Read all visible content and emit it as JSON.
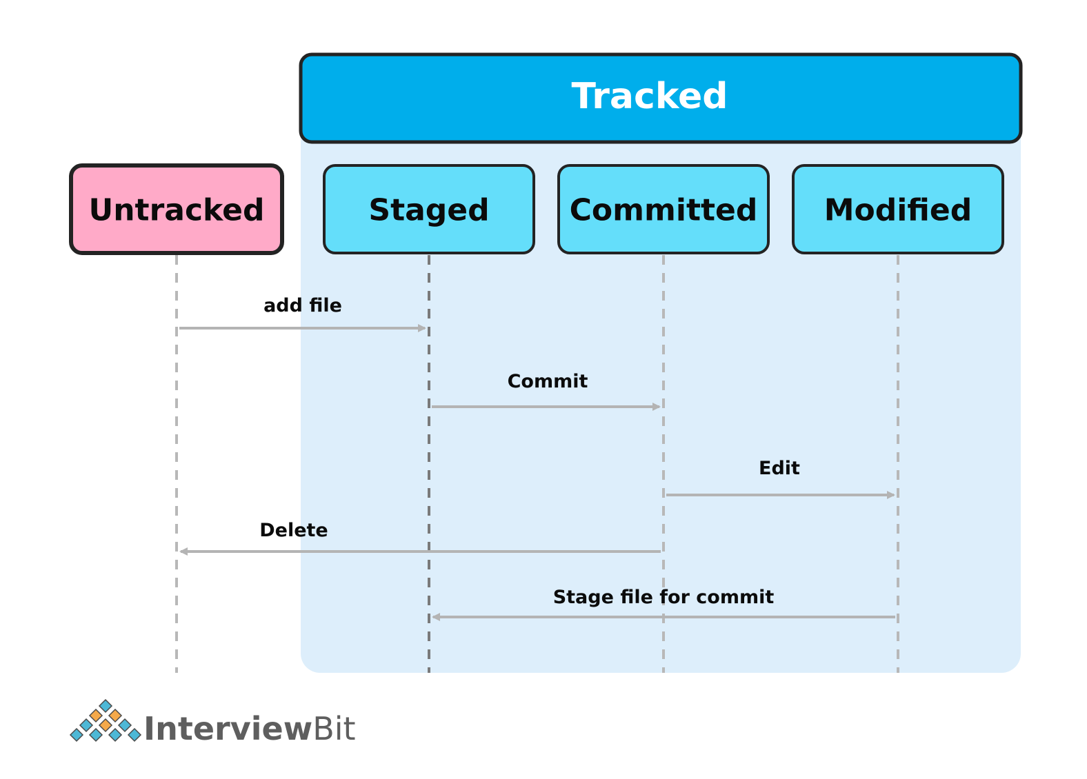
{
  "colors": {
    "tracked_header": "#00AEEB",
    "tracked_region": "#DDEEFB",
    "untracked_box": "#FFAAC8",
    "state_box": "#64DEFA",
    "border": "#232323",
    "lifeline": "#B8B8B8",
    "lifeline_dark": "#7A7A7A",
    "arrow": "#B4B4B4",
    "logo_gray": "#5E5E5E",
    "logo_blue": "#4DB8D6",
    "logo_orange": "#F5A94A"
  },
  "tracked": {
    "title": "Tracked"
  },
  "states": [
    {
      "id": "untracked",
      "label": "Untracked"
    },
    {
      "id": "staged",
      "label": "Staged"
    },
    {
      "id": "committed",
      "label": "Committed"
    },
    {
      "id": "modified",
      "label": "Modified"
    }
  ],
  "transitions": [
    {
      "label": "add file",
      "from": "untracked",
      "to": "staged"
    },
    {
      "label": "Commit",
      "from": "staged",
      "to": "committed"
    },
    {
      "label": "Edit",
      "from": "committed",
      "to": "modified"
    },
    {
      "label": "Delete",
      "from": "committed",
      "to": "untracked"
    },
    {
      "label": "Stage file for commit",
      "from": "modified",
      "to": "staged"
    }
  ],
  "logo": {
    "text_part1": "Interview",
    "text_part2": "Bit"
  }
}
